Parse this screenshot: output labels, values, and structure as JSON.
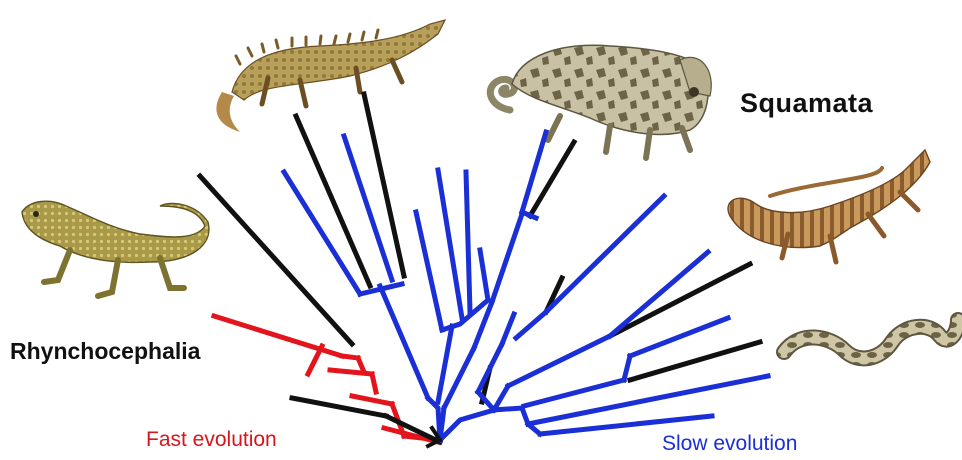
{
  "labels": {
    "squamata": "Squamata",
    "rhynchocephalia": "Rhynchocephalia",
    "fast_evolution": "Fast evolution",
    "slow_evolution": "Slow evolution"
  },
  "colors": {
    "fast": "#e3141c",
    "slow": "#1a2fd6",
    "neutral": "#111111",
    "fast_label": "#d9141b",
    "slow_label": "#1a2fd6"
  },
  "animals": [
    {
      "name": "spiny-lizard",
      "icon": "lizard-icon"
    },
    {
      "name": "chameleon",
      "icon": "chameleon-icon"
    },
    {
      "name": "bearded-lizard",
      "icon": "lizard-icon"
    },
    {
      "name": "slender-lizard",
      "icon": "lizard-icon"
    },
    {
      "name": "snake",
      "icon": "snake-icon"
    }
  ]
}
